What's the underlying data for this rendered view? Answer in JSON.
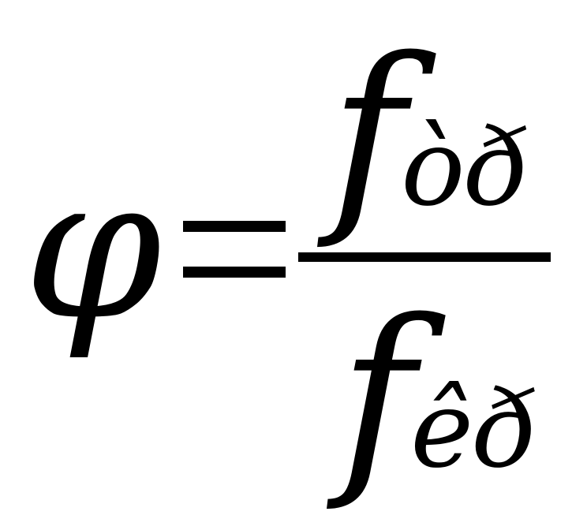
{
  "formula": {
    "lhs": "φ",
    "equals": "=",
    "numerator": {
      "symbol": "f",
      "subscript": "òð"
    },
    "denominator": {
      "symbol": "f",
      "subscript": "êð"
    }
  },
  "colors": {
    "ink": "#000000",
    "background": "#ffffff"
  }
}
